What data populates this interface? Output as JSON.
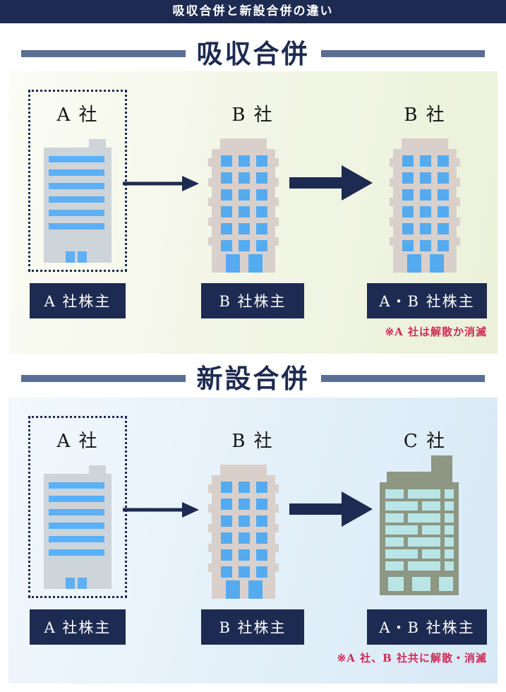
{
  "header": {
    "title": "吸収合併と新設合併の違い"
  },
  "sections": [
    {
      "title": "吸収合併",
      "columns": [
        {
          "company": "A 社",
          "shareholder": "A 社株主"
        },
        {
          "company": "B 社",
          "shareholder": "B 社株主"
        },
        {
          "company": "B 社",
          "shareholder": "A・B 社株主",
          "note": "※A 社は解散か消滅"
        }
      ]
    },
    {
      "title": "新設合併",
      "columns": [
        {
          "company": "A 社",
          "shareholder": "A 社株主"
        },
        {
          "company": "B 社",
          "shareholder": "B 社株主"
        },
        {
          "company": "C 社",
          "shareholder": "A・B 社株主",
          "note": "※A 社、B 社共に解散・消滅"
        }
      ]
    }
  ],
  "icons": {
    "building_a": "office-building-striped-windows",
    "building_b": "tower-building-grid-windows",
    "building_c": "new-company-building-brick-windows",
    "arrow_thin": "right-arrow-thin",
    "arrow_bold": "right-arrow-bold"
  },
  "colors": {
    "navy": "#1d2b52",
    "title_bar": "#5b6e94",
    "note_red": "#d02a56",
    "building_a_body": "#cdd4da",
    "building_a_window": "#5cb0f7",
    "building_b_body": "#d9d0cb",
    "building_b_window": "#55abf0",
    "building_c_body": "#8d9784",
    "building_c_window": "#b9e5e6",
    "box_text": "#ffffff",
    "label_text": "#141414"
  }
}
